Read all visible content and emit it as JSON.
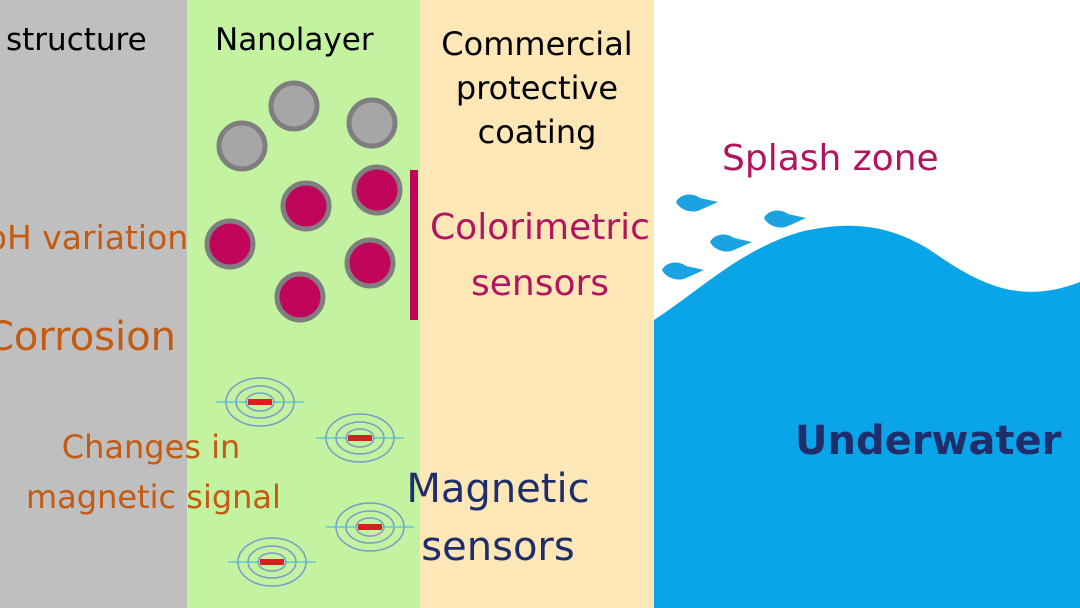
{
  "labels": {
    "structure": "structure",
    "nanolayer": "Nanolayer",
    "coating_line1": "Commercial",
    "coating_line2": "protective",
    "coating_line3": "coating",
    "splash_zone": "Splash zone",
    "colorimetric_line1": "Colorimetric",
    "colorimetric_line2": "sensors",
    "ph_variation": "pH variation",
    "corrosion": "Corrosion",
    "changes_line1": "Changes in",
    "changes_line2": "magnetic signal",
    "magnetic_line1": "Magnetic",
    "magnetic_line2": "sensors",
    "underwater": "Underwater"
  },
  "colors": {
    "structure_bg": "#bfbfbf",
    "nanolayer_bg": "#c3f2a0",
    "coating_bg": "#fde7b7",
    "water": "#0aa5e8",
    "sensor_magenta": "#c0065a",
    "particle_gray": "#a6a6a6",
    "text_orange": "#c55a11",
    "text_navy": "#1f2d6b"
  },
  "icons": [
    "gray-particle-icon",
    "colorimetric-particle-icon",
    "magnet-field-icon",
    "water-droplet-icon",
    "wave-icon"
  ]
}
